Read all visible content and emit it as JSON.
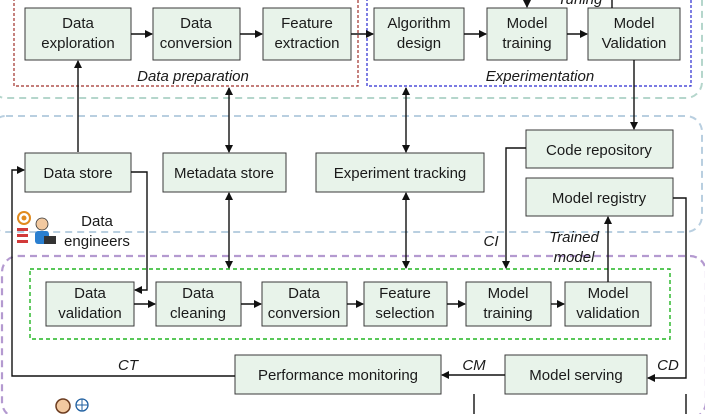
{
  "nodes": {
    "data_exploration": [
      "Data",
      "exploration"
    ],
    "data_conversion_top": [
      "Data",
      "conversion"
    ],
    "feature_extraction": [
      "Feature",
      "extraction"
    ],
    "algorithm_design": [
      "Algorithm",
      "design"
    ],
    "model_training_top": [
      "Model",
      "training"
    ],
    "model_validation_top": [
      "Model",
      "Validation"
    ],
    "data_store": [
      "Data store"
    ],
    "metadata_store": [
      "Metadata store"
    ],
    "experiment_tracking": [
      "Experiment tracking"
    ],
    "code_repository": [
      "Code repository"
    ],
    "model_registry": [
      "Model registry"
    ],
    "data_validation": [
      "Data",
      "validation"
    ],
    "data_cleaning": [
      "Data",
      "cleaning"
    ],
    "data_conversion_bottom": [
      "Data",
      "conversion"
    ],
    "feature_selection": [
      "Feature",
      "selection"
    ],
    "model_training_bottom": [
      "Model",
      "training"
    ],
    "model_validation_bottom": [
      "Model",
      "validation"
    ],
    "performance_monitoring": [
      "Performance monitoring"
    ],
    "model_serving": [
      "Model serving"
    ]
  },
  "captions": {
    "data_preparation": "Data preparation",
    "experimentation": "Experimentation",
    "tuning_partial": "Tuning",
    "data_engineers": [
      "Data",
      "engineers"
    ],
    "ci": "CI",
    "trained_model": [
      "Trained",
      "model"
    ],
    "ct": "CT",
    "cm": "CM",
    "cd": "CD"
  },
  "colors": {
    "node_fill": "#e8f3ea",
    "data_prep_border": "#a0302a",
    "experimentation_border": "#2a2ad0",
    "pipeline_border": "#22b522",
    "section_mid": "#b9cfe0",
    "section_bottom": "#b49ad0",
    "section_top": "#b5d6cc"
  }
}
